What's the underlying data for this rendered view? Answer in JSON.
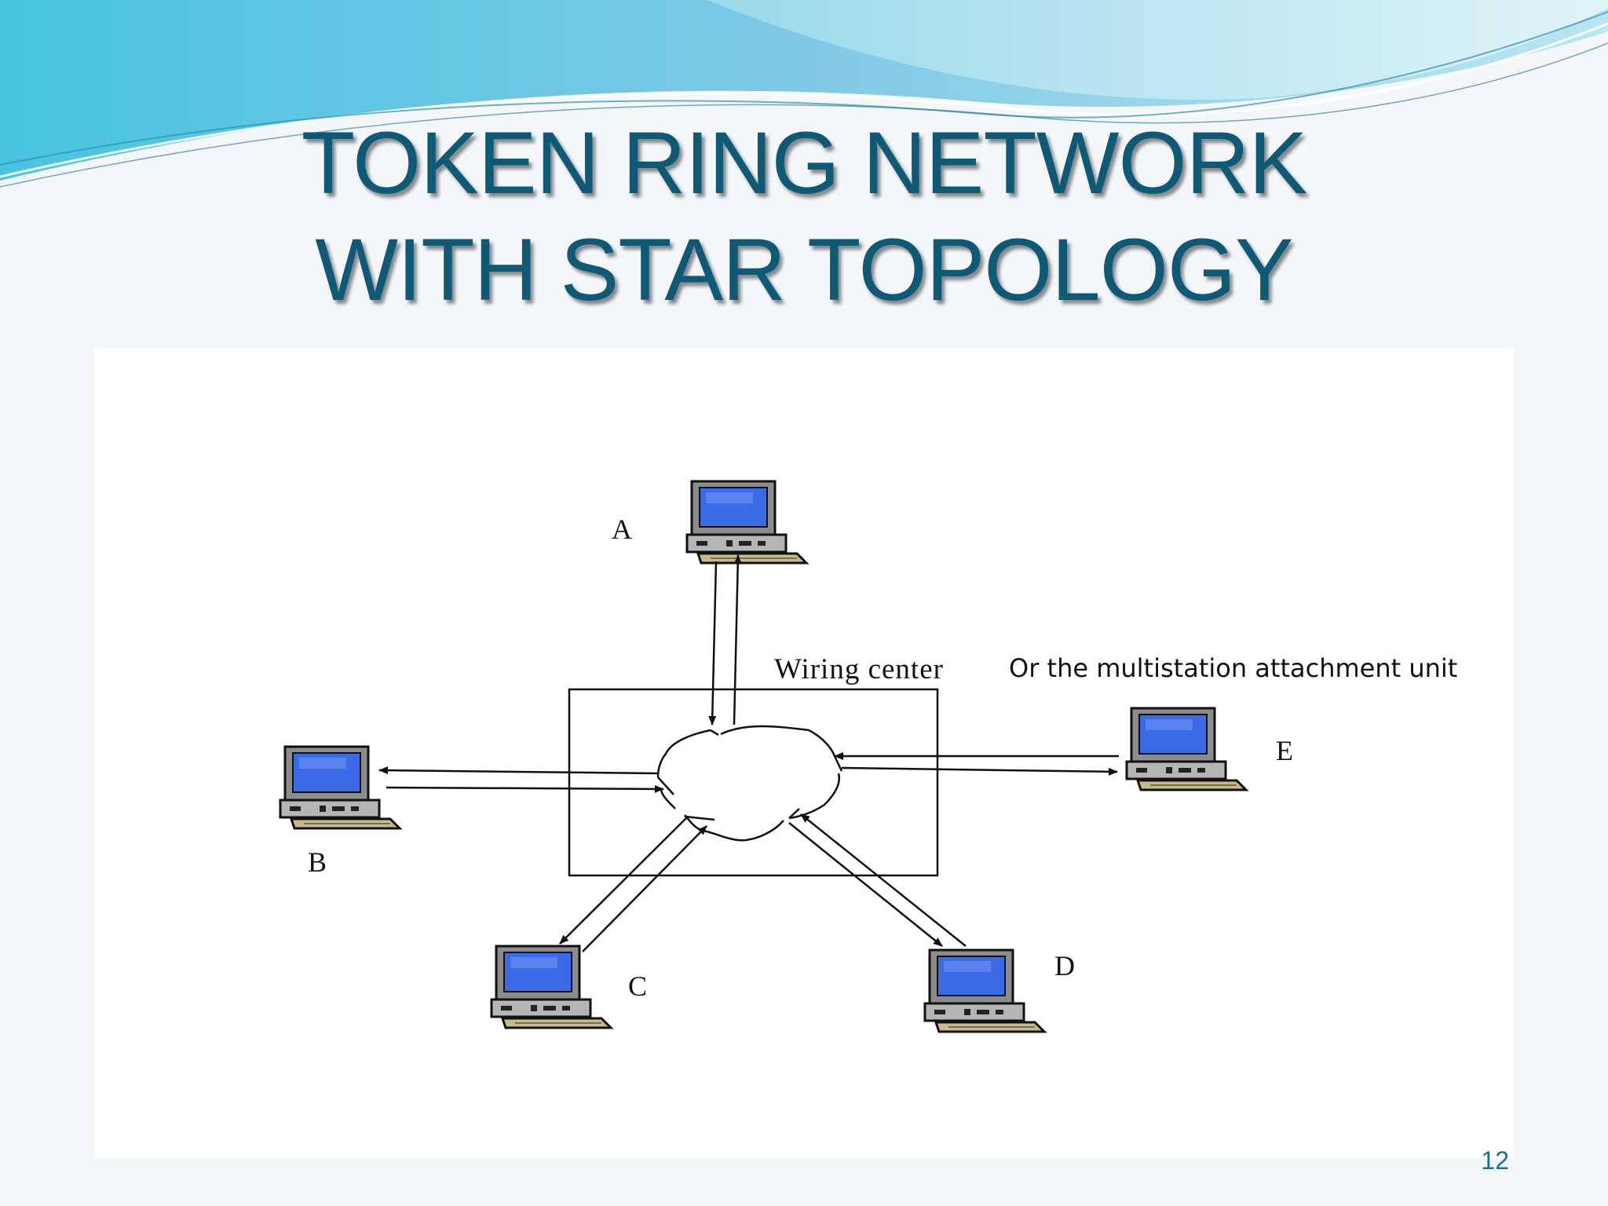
{
  "slide": {
    "title_line1": "TOKEN RING NETWORK",
    "title_line2": "WITH STAR TOPOLOGY",
    "page_number": "12"
  },
  "diagram": {
    "hub_label_main": "Wiring center",
    "hub_label_sub": "Or the multistation attachment unit",
    "nodes": {
      "a": "A",
      "b": "B",
      "c": "C",
      "d": "D",
      "e": "E"
    }
  },
  "colors": {
    "title": "#0e5a76",
    "screen": "#3a6ae8",
    "wave_light": "#bfe7f2",
    "wave_dark": "#5fb8da"
  }
}
